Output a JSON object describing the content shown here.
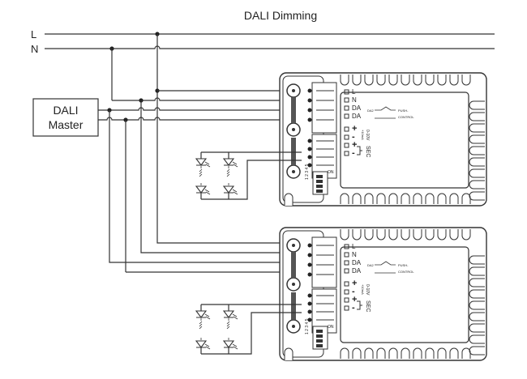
{
  "title": "DALI  Dimming",
  "mains": {
    "live": "L",
    "neutral": "N"
  },
  "master": {
    "line1": "DALI",
    "line2": "Master"
  },
  "driver": {
    "terminals": [
      "L",
      "N",
      "DA",
      "DA",
      "+",
      "-",
      "+",
      "-"
    ],
    "dali_label": "DA2",
    "push_label": "PUSH-",
    "control_label": "CONTROL",
    "analog_label": "0-10V",
    "analog_sub": "+10mA",
    "sec_label": "SEC",
    "dip_label": "ON",
    "dip_numbers": "1 2 3 4 5"
  },
  "colors": {
    "line": "#333333",
    "background": "#ffffff"
  }
}
